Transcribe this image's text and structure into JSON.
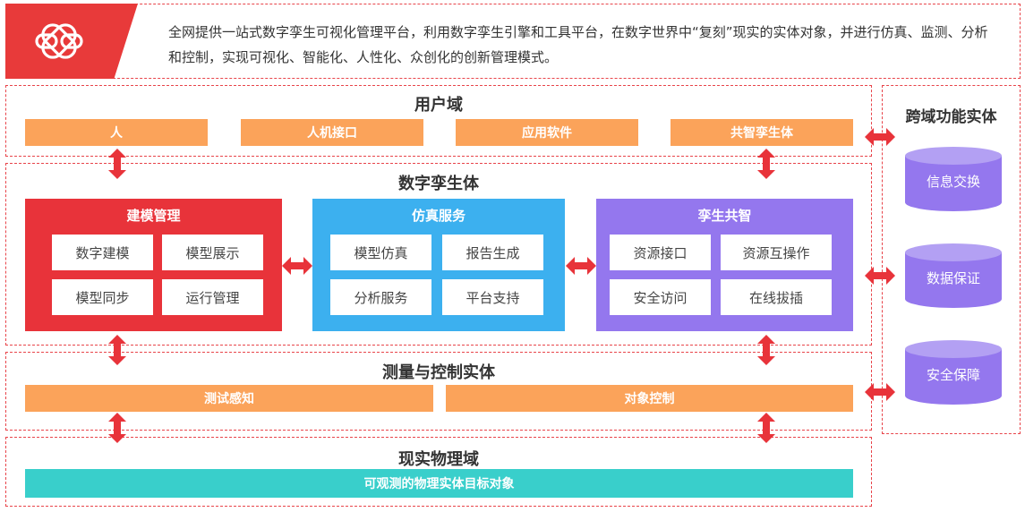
{
  "header": {
    "description": "全网提供一站式数字孪生可视化管理平台，利用数字孪生引擎和工具平台，在数字世界中“复刻”现实的实体对象，并进行仿真、监测、分析和控制，实现可视化、智能化、人性化、众创化的创新管理模式。",
    "logo_icon": "interlocking-rings-icon"
  },
  "user_domain": {
    "title": "用户域",
    "items": [
      "人",
      "人机接口",
      "应用软件",
      "共智孪生体"
    ]
  },
  "digital_twin": {
    "title": "数字孪生体",
    "panels": [
      {
        "title": "建模管理",
        "color": "#e8333a",
        "cells": [
          "数字建模",
          "模型展示",
          "模型同步",
          "运行管理"
        ]
      },
      {
        "title": "仿真服务",
        "color": "#3cb0ef",
        "cells": [
          "模型仿真",
          "报告生成",
          "分析服务",
          "平台支持"
        ]
      },
      {
        "title": "孪生共智",
        "color": "#9477ee",
        "cells": [
          "资源接口",
          "资源互操作",
          "安全访问",
          "在线拔插"
        ]
      }
    ]
  },
  "measure_control": {
    "title": "测量与控制实体",
    "items": [
      "测试感知",
      "对象控制"
    ]
  },
  "physical_domain": {
    "title": "现实物理域",
    "bar": "可观测的物理实体目标对象"
  },
  "cross_domain": {
    "title": "跨域功能实体",
    "items": [
      "信息交换",
      "数据保证",
      "安全保障"
    ]
  },
  "colors": {
    "accent_red": "#e8444a",
    "orange": "#fba35a",
    "teal": "#39cfcb"
  }
}
